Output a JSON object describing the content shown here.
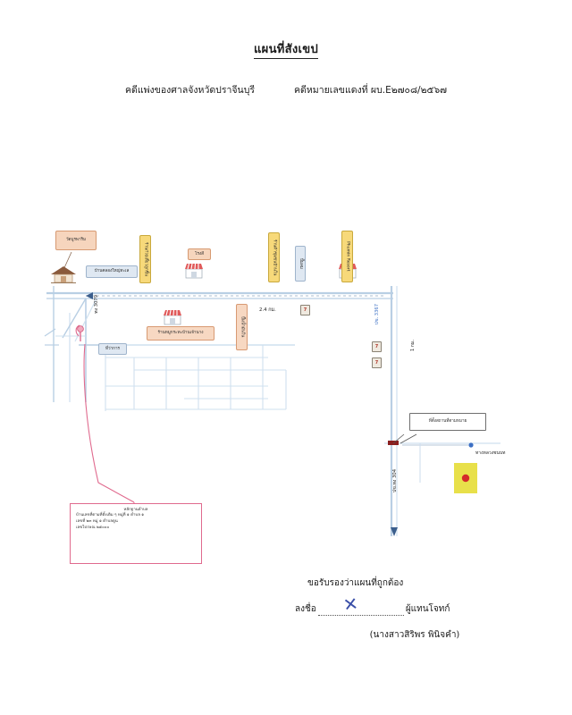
{
  "document": {
    "title": "แผนที่สังเขป",
    "case_type": "คดีแพ่งของศาลจังหวัดปราจีนบุรี",
    "case_number": "คดีหมายเลขแดงที่  ผบ.E๒๗๐๘/๒๕๖๗"
  },
  "map": {
    "labels": {
      "house_callout": "วัดบูรพาริม",
      "road_blue_top": "บ้านคลองใหญ่ทะเล",
      "yellow_school": "ร้านก๋วยเตี๋ยวลูกชิ้น",
      "shop_top": "โรงสี",
      "yellow_store": "ร้านค้าชุมชนบ้านใน",
      "blue_small": "ปั๊มลม",
      "yellow_resort": "Phumin Resort",
      "shop_mid_callout": "ร้านหมูกระทะบ้านเจ้านาง",
      "yellow_mid": "ปั๊มน้ำมันใน",
      "blue_left": "ที่ว่าการ",
      "distance": "2.4 กม.",
      "road_right_vert": "ปข. 3367",
      "road_mid_vert": "1 กม.",
      "road_bottom_vert": "ปข.ทง 304",
      "road_left_vert": "ทง 3079",
      "destination_callout": "ที่ตั้งสถานที่ตามหมาย",
      "to_destination": "ทางหลวงชนบท"
    },
    "shields": [
      "7",
      "7",
      "7"
    ],
    "icons": {
      "house": "house-icon",
      "shop_top": "shop-icon",
      "shop_left": "shop-icon",
      "shop_mid": "shop-icon",
      "pin": "map-pin-icon",
      "logo": "brand-logo-icon",
      "dest_marker": "destination-marker-icon"
    },
    "colors": {
      "road": "#b9cfe4",
      "highlight_pink": "#e06a8e",
      "chip_yellow": "#f7d97a",
      "chip_peach": "#f7d8c2",
      "chip_blue": "#dfe8f2"
    }
  },
  "note": {
    "heading": "หลักฐานตำบล",
    "lines": [
      "บ้านเลขที่ตามที่ตั้งเดิม ๆ หมู่ที่ ๑ ตำบล ๑",
      "เลขที่ ๒๓ หมู่ ๑ ตำบลดูน",
      "เลขไปรษณ ๒๕๐๐๐"
    ]
  },
  "signature": {
    "certify": "ขอรับรองว่าแผนที่ถูกต้อง",
    "sign_label": "ลงชื่อ",
    "role_label": "ผู้แทนโจทก์",
    "name": "(นางสาวสิริพร พินิจคำ)",
    "mark": "✕"
  }
}
